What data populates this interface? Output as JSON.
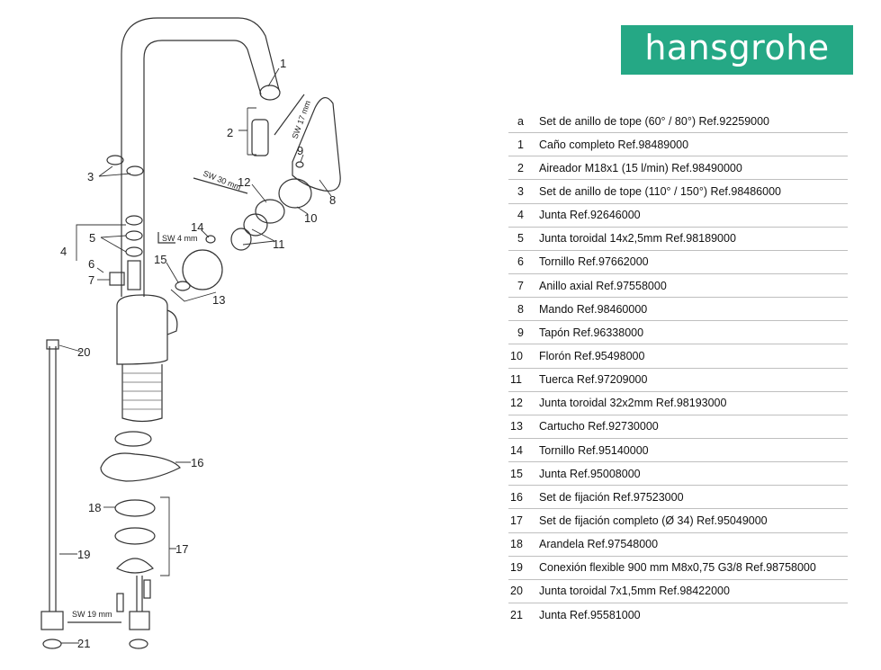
{
  "brand": {
    "logo_text": "hansgrohe",
    "color": "#25a885"
  },
  "diagram": {
    "callouts": [
      "1",
      "2",
      "3",
      "4",
      "5",
      "6",
      "7",
      "8",
      "9",
      "10",
      "11",
      "12",
      "13",
      "14",
      "15",
      "16",
      "17",
      "18",
      "19",
      "20",
      "21"
    ],
    "wrench_labels": {
      "sw17": "SW 17 mm",
      "sw30": "SW 30 mm",
      "sw4": "SW 4 mm",
      "sw19": "SW 19 mm"
    }
  },
  "parts": [
    {
      "id": "a",
      "desc": "Set de anillo de tope (60° / 80°) Ref.92259000"
    },
    {
      "id": "1",
      "desc": "Caño completo Ref.98489000"
    },
    {
      "id": "2",
      "desc": "Aireador M18x1 (15 l/min) Ref.98490000"
    },
    {
      "id": "3",
      "desc": "Set de anillo de tope (110° / 150°) Ref.98486000"
    },
    {
      "id": "4",
      "desc": "Junta Ref.92646000"
    },
    {
      "id": "5",
      "desc": "Junta toroidal 14x2,5mm Ref.98189000"
    },
    {
      "id": "6",
      "desc": "Tornillo Ref.97662000"
    },
    {
      "id": "7",
      "desc": "Anillo axial Ref.97558000"
    },
    {
      "id": "8",
      "desc": "Mando Ref.98460000"
    },
    {
      "id": "9",
      "desc": "Tapón Ref.96338000"
    },
    {
      "id": "10",
      "desc": "Florón Ref.95498000"
    },
    {
      "id": "11",
      "desc": "Tuerca Ref.97209000"
    },
    {
      "id": "12",
      "desc": "Junta toroidal 32x2mm Ref.98193000"
    },
    {
      "id": "13",
      "desc": "Cartucho Ref.92730000"
    },
    {
      "id": "14",
      "desc": "Tornillo Ref.95140000"
    },
    {
      "id": "15",
      "desc": "Junta Ref.95008000"
    },
    {
      "id": "16",
      "desc": "Set de fijación Ref.97523000"
    },
    {
      "id": "17",
      "desc": "Set de fijación completo (Ø 34) Ref.95049000"
    },
    {
      "id": "18",
      "desc": "Arandela Ref.97548000"
    },
    {
      "id": "19",
      "desc": "Conexión flexible 900 mm M8x0,75 G3/8 Ref.98758000"
    },
    {
      "id": "20",
      "desc": "Junta toroidal 7x1,5mm Ref.98422000"
    },
    {
      "id": "21",
      "desc": "Junta Ref.95581000"
    }
  ]
}
